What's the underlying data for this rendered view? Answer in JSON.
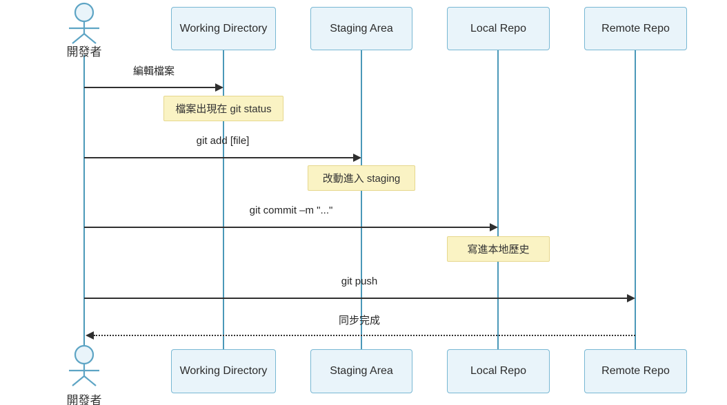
{
  "diagram": {
    "type": "sequence-diagram",
    "topic": "git workflow",
    "actor": {
      "name": "開發者"
    },
    "participants": [
      {
        "label": "Working Directory"
      },
      {
        "label": "Staging Area"
      },
      {
        "label": "Local Repo"
      },
      {
        "label": "Remote Repo"
      }
    ],
    "messages": [
      {
        "from": "開發者",
        "to": "Working Directory",
        "label": "編輯檔案",
        "line": "solid",
        "arrow": "filled"
      },
      {
        "from": "開發者",
        "to": "Staging Area",
        "label": "git add [file]",
        "line": "solid",
        "arrow": "filled"
      },
      {
        "from": "開發者",
        "to": "Local Repo",
        "label": "git commit –m \"...\"",
        "line": "solid",
        "arrow": "filled"
      },
      {
        "from": "開發者",
        "to": "Remote Repo",
        "label": "git push",
        "line": "solid",
        "arrow": "filled"
      },
      {
        "from": "Remote Repo",
        "to": "開發者",
        "label": "同步完成",
        "line": "dotted",
        "arrow": "filled"
      }
    ],
    "notes": [
      {
        "over": "Working Directory",
        "text": "檔案出現在 git status"
      },
      {
        "over": "Staging Area",
        "text": "改動進入 staging"
      },
      {
        "over": "Local Repo",
        "text": "寫進本地歷史"
      }
    ],
    "colors": {
      "participant_fill": "#e9f4fa",
      "participant_border": "#77b7d3",
      "lifeline": "#4a98b8",
      "actor_stroke": "#5da4c4",
      "actor_head_fill": "#e9f4fa",
      "note_fill": "#faf3c4",
      "note_border": "#e6d78c",
      "message_line": "#2f2f2f",
      "text": "#262626",
      "background": "#ffffff"
    }
  }
}
